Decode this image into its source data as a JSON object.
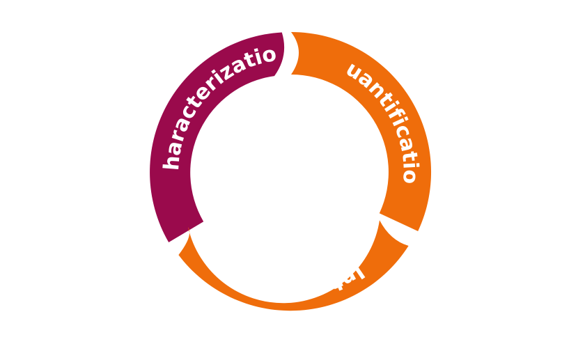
{
  "diagram": {
    "segments": [
      {
        "id": "characterization",
        "label": "Characterization",
        "color": "#9a0a4c"
      },
      {
        "id": "quantification",
        "label": "Quantification",
        "color": "#ef6d0b"
      },
      {
        "id": "intervention",
        "label": "Intervention",
        "color": "#ef6d0b"
      }
    ],
    "background": "#ffffff"
  }
}
